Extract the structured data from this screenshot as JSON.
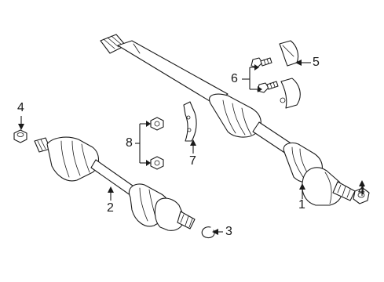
{
  "callouts": [
    {
      "id": "1",
      "text": "1"
    },
    {
      "id": "2",
      "text": "2"
    },
    {
      "id": "3",
      "text": "3"
    },
    {
      "id": "4a",
      "text": "4"
    },
    {
      "id": "4b",
      "text": "4"
    },
    {
      "id": "5",
      "text": "5"
    },
    {
      "id": "6",
      "text": "6"
    },
    {
      "id": "7",
      "text": "7"
    },
    {
      "id": "8",
      "text": "8"
    }
  ]
}
